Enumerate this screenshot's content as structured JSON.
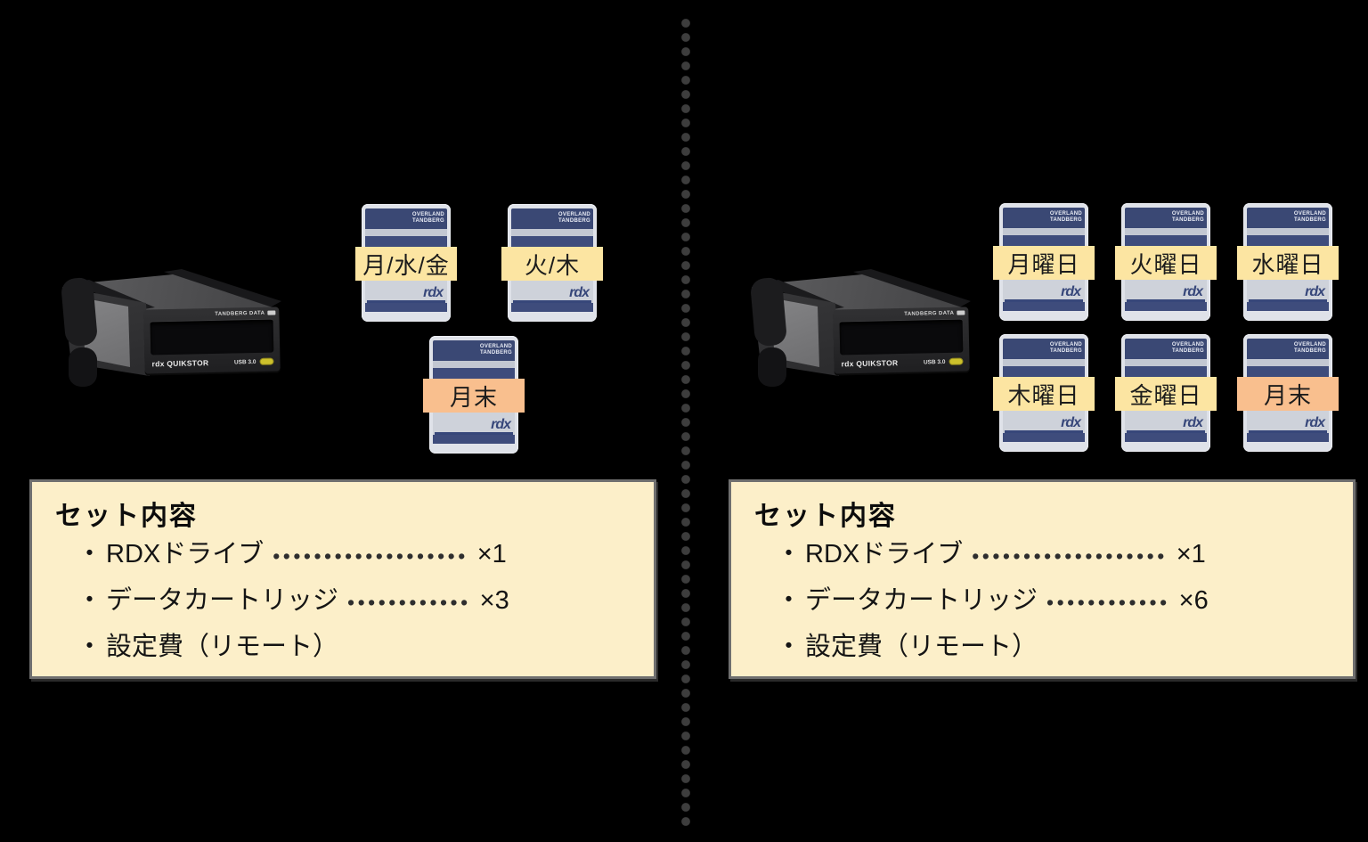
{
  "page": {
    "background": "#000000"
  },
  "divider": {
    "dot_color": "#3d3d3d"
  },
  "drive": {
    "brand": "TANDBERG DATA",
    "logo": "rdx QUIKSTOR",
    "port": "USB 3.0"
  },
  "cartridge": {
    "brand_line1": "OVERLAND",
    "brand_line2": "TANDBERG",
    "logo": "rdx",
    "navy": "#3E4C7C",
    "label_yellow": "#FCE5A2",
    "label_orange": "#F9BF8E"
  },
  "left": {
    "cartridges": [
      {
        "label": "月/水/金",
        "color": "#FCE5A2"
      },
      {
        "label": "火/木",
        "color": "#FCE5A2"
      },
      {
        "label": "月末",
        "color": "#F9BF8E"
      }
    ],
    "box": {
      "title": "セット内容",
      "items": [
        {
          "bullet": "・",
          "label": "RDXドライブ",
          "dots": "•••••••••••••••••••",
          "qty": "×1"
        },
        {
          "bullet": "・",
          "label": "データカートリッジ",
          "dots": "••••••••••••",
          "qty": "×3"
        },
        {
          "bullet": "・",
          "label": "設定費（リモート）",
          "dots": "",
          "qty": ""
        }
      ]
    }
  },
  "right": {
    "cartridges": [
      {
        "label": "月曜日",
        "color": "#FCE5A2"
      },
      {
        "label": "火曜日",
        "color": "#FCE5A2"
      },
      {
        "label": "水曜日",
        "color": "#FCE5A2"
      },
      {
        "label": "木曜日",
        "color": "#FCE5A2"
      },
      {
        "label": "金曜日",
        "color": "#FCE5A2"
      },
      {
        "label": "月末",
        "color": "#F9BF8E"
      }
    ],
    "box": {
      "title": "セット内容",
      "items": [
        {
          "bullet": "・",
          "label": "RDXドライブ",
          "dots": "•••••••••••••••••••",
          "qty": "×1"
        },
        {
          "bullet": "・",
          "label": "データカートリッジ",
          "dots": "••••••••••••",
          "qty": "×6"
        },
        {
          "bullet": "・",
          "label": "設定費（リモート）",
          "dots": "",
          "qty": ""
        }
      ]
    }
  }
}
